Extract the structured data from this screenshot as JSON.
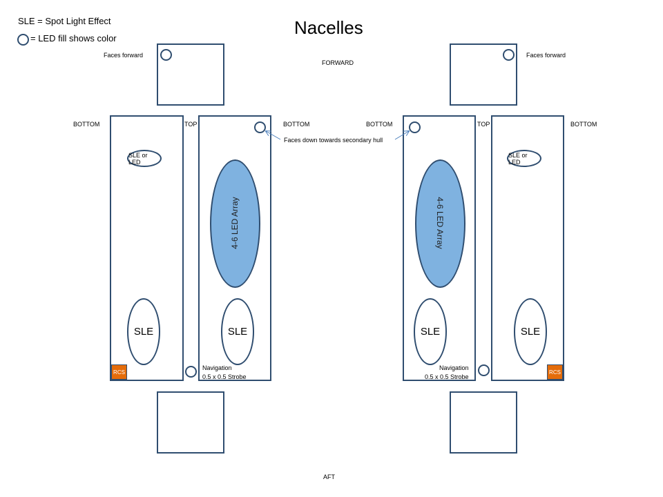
{
  "title": "Nacelles",
  "legend": {
    "sle_line": "SLE = Spot Light Effect",
    "led_line": "= LED fill shows color"
  },
  "labels": {
    "forward": "FORWARD",
    "aft": "AFT",
    "bottom": "BOTTOM",
    "top": "TOP",
    "faces_forward": "Faces forward",
    "faces_down": "Faces down towards secondary hull",
    "sle_or_led": "SLE or LED",
    "array": "4-6 LED Array",
    "sle": "SLE",
    "rcs": "RCS",
    "navigation": "Navigation",
    "strobe": "0.5 x 0.5 Strobe"
  },
  "colors": {
    "outline": "#2f4d6f",
    "array_fill": "#7fb2e0",
    "rcs_fill": "#e46c0a"
  }
}
